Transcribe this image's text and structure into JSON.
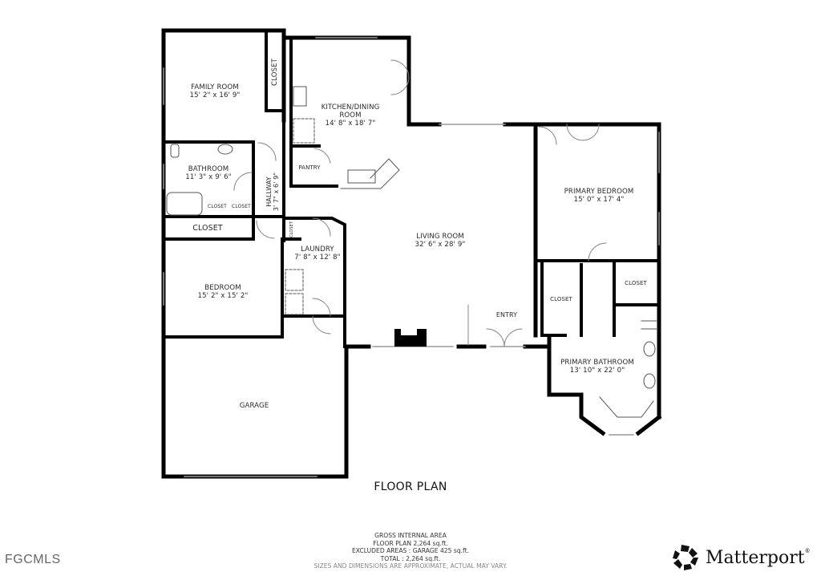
{
  "rooms": {
    "family_room": {
      "name": "FAMILY ROOM",
      "dim": "15' 2\" x 16' 9\""
    },
    "family_closet": {
      "name": "CLOSET"
    },
    "kitchen": {
      "name1": "KITCHEN/DINING",
      "name2": "ROOM",
      "dim": "14' 8\" x 18' 7\""
    },
    "pantry": {
      "name": "PANTRY"
    },
    "bathroom": {
      "name": "BATHROOM",
      "dim": "11' 3\" x 9' 6\""
    },
    "bath_closet_1": {
      "name": "CLOSET"
    },
    "bath_closet_2": {
      "name": "CLOSET"
    },
    "hallway": {
      "name": "HALLWAY",
      "dim": "3' 7\" x 6' 9\""
    },
    "hall_closet": {
      "name": "CLOSET"
    },
    "laundry_closet": {
      "name": "CLOSET"
    },
    "laundry": {
      "name": "LAUNDRY",
      "dim": "7' 8\" x 12' 8\""
    },
    "bedroom": {
      "name": "BEDROOM",
      "dim": "15' 2\" x 15' 2\""
    },
    "living_room": {
      "name": "LIVING ROOM",
      "dim": "32' 6\" x 28' 9\""
    },
    "entry": {
      "name": "ENTRY"
    },
    "garage": {
      "name": "GARAGE"
    },
    "primary_bedroom": {
      "name": "PRIMARY BEDROOM",
      "dim": "15' 0\" x 17' 4\""
    },
    "primary_closet_left": {
      "name": "CLOSET"
    },
    "primary_closet_right": {
      "name": "CLOSET"
    },
    "primary_bathroom": {
      "name": "PRIMARY BATHROOM",
      "dim": "13' 10\" x 22' 0\""
    }
  },
  "title": "FLOOR PLAN",
  "area": {
    "line1": "GROSS INTERNAL AREA",
    "line2": "FLOOR PLAN 2,264 sq.ft.",
    "line3": "EXCLUDED AREAS :  GARAGE 425 sq.ft.",
    "line4": "TOTAL :  2,264 sq.ft.",
    "disclaimer": "SIZES AND DIMENSIONS ARE APPROXIMATE, ACTUAL MAY VARY."
  },
  "watermark": "FGCMLS",
  "brand": {
    "name": "Matterport",
    "reg": "®"
  }
}
